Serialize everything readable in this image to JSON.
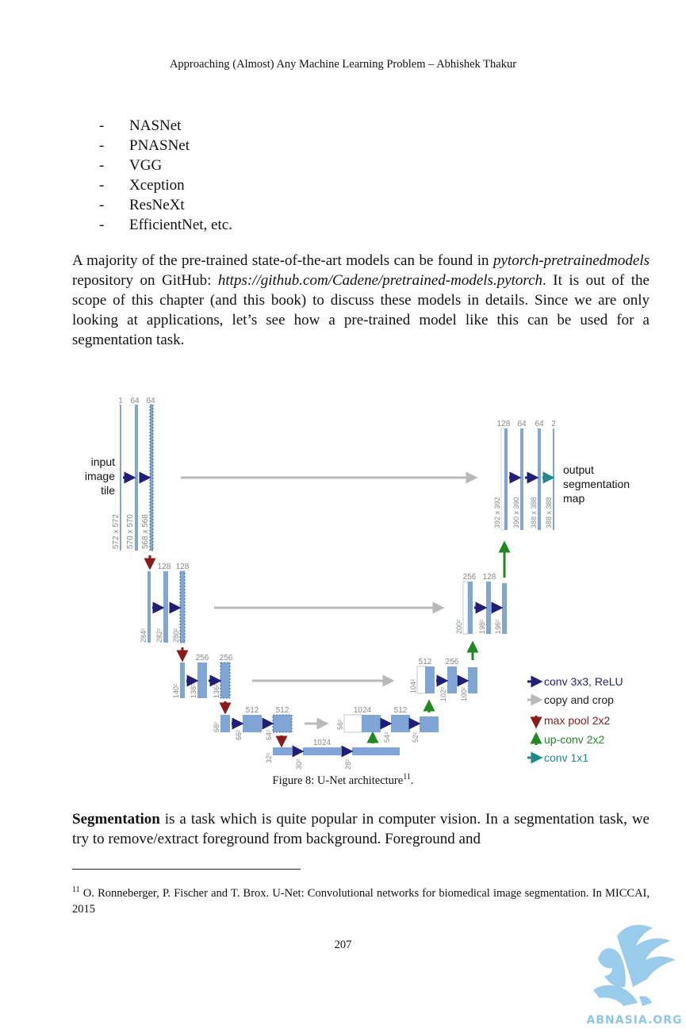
{
  "header": "Approaching (Almost) Any Machine Learning Problem – Abhishek Thakur",
  "bullets": [
    "NASNet",
    "PNASNet",
    "VGG",
    "Xception",
    "ResNeXt",
    "EfficientNet, etc."
  ],
  "bullet_marker": "-",
  "para1": {
    "t1": "A majority of the pre-trained state-of-the-art models can be found in ",
    "i1": "pytorch-pretrainedmodels",
    "t2": " repository on GitHub: ",
    "i2": "https://github.com/Cadene/pretrained-models.pytorch",
    "t3": ". It is out of the scope of this chapter (and this book) to discuss these models in details. Since we are only looking at applications, let’s see how a pre-trained model like this can be used for a segmentation task."
  },
  "figure": {
    "input_lines": [
      "input",
      "image",
      "tile"
    ],
    "output_lines": [
      "output",
      "segmentation",
      "map"
    ],
    "level1": {
      "ch": [
        "1",
        "64",
        "64"
      ],
      "dims": [
        "572 x 572",
        "570 x 570",
        "568 x 568"
      ]
    },
    "level2": {
      "ch": [
        "128",
        "128"
      ],
      "dims": [
        "284²",
        "282²",
        "280²"
      ]
    },
    "level3": {
      "ch": [
        "256",
        "256"
      ],
      "dims": [
        "140²",
        "138²",
        "136²"
      ]
    },
    "level4": {
      "ch": [
        "512",
        "512"
      ],
      "dims": [
        "68²",
        "66²",
        "64²"
      ]
    },
    "level5": {
      "ch": [
        "1024"
      ],
      "dims": [
        "32²",
        "30²",
        "28²"
      ]
    },
    "dec4": {
      "ch": [
        "1024",
        "512"
      ],
      "dims": [
        "56²",
        "54²",
        "52²"
      ]
    },
    "dec3": {
      "ch": [
        "512",
        "256"
      ],
      "dims": [
        "104²",
        "102²",
        "100²"
      ]
    },
    "dec2": {
      "ch": [
        "256",
        "128"
      ],
      "dims": [
        "200²",
        "198²",
        "196²"
      ]
    },
    "dec1": {
      "ch": [
        "128",
        "64",
        "64",
        "2"
      ],
      "dims": [
        "392 x 392",
        "390 x 390",
        "388 x 388",
        "388 x 388"
      ]
    },
    "legend": [
      "conv 3x3, ReLU",
      "copy and crop",
      "max pool 2x2",
      "up-conv 2x2",
      "conv 1x1"
    ],
    "colors": {
      "block": "#7fa6d6",
      "conv": "#1f1f7a",
      "copy": "#b8b8b8",
      "pool": "#8b1a1a",
      "up": "#1f8a1f",
      "out": "#1f8a8a",
      "label": "#888888"
    }
  },
  "caption": {
    "text": "Figure 8: U-Net architecture",
    "sup": "11",
    "end": "."
  },
  "para2": {
    "bold": "Segmentation",
    "rest": " is a task which is quite popular in computer vision. In a segmentation task, we try to remove/extract foreground from background. Foreground and"
  },
  "footnote": {
    "sup": "11",
    "text": " O. Ronneberger, P. Fischer and T. Brox. U-Net: Convolutional networks for biomedical image segmentation. In MICCAI, 2015"
  },
  "page_number": "207",
  "watermark": "ABNASIA.ORG"
}
